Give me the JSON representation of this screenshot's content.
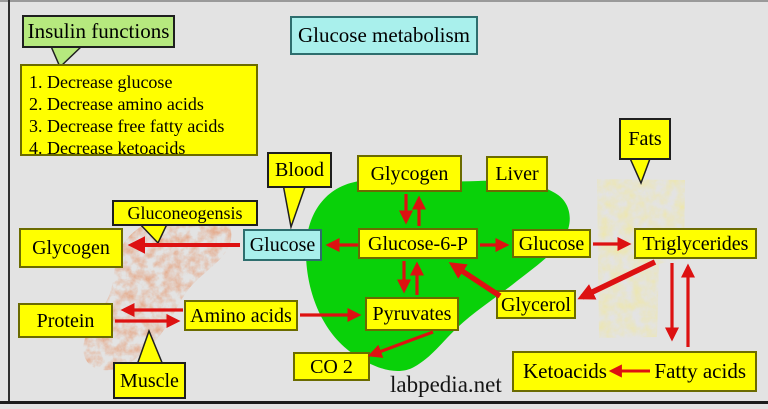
{
  "header": {
    "insulin_callout": "Insulin functions",
    "title": "Glucose metabolism"
  },
  "insulin_functions": {
    "items": [
      "1. Decrease glucose",
      "2. Decrease amino acids",
      "3. Decrease free fatty acids",
      "4. Decrease ketoacids"
    ]
  },
  "callouts": {
    "blood": "Blood",
    "liver": "Liver",
    "fats": "Fats",
    "muscle": "Muscle",
    "gluconeogensis": "Gluconeogensis"
  },
  "nodes": {
    "glycogen_top": "Glycogen",
    "glycogen_left": "Glycogen",
    "glucose_blood": "Glucose",
    "glucose_6_p": "Glucose-6-P",
    "glucose_right": "Glucose",
    "triglycerides": "Triglycerides",
    "protein": "Protein",
    "amino_acids": "Amino acids",
    "pyruvates": "Pyruvates",
    "glycerol": "Glycerol",
    "co2": "CO 2",
    "ketoacids": "Ketoacids",
    "fatty_acids": "Fatty acids"
  },
  "watermark": "labpedia.net",
  "colors": {
    "background": "#e3e3e3",
    "box_yellow": "#ffff00",
    "box_cyan": "#a9f0ec",
    "callout_green": "#b6e97e",
    "liver_green": "#09d109",
    "arrow_red": "#dd1111",
    "muscle_texture": "#c76b47",
    "fat_texture": "#d6c97f"
  }
}
